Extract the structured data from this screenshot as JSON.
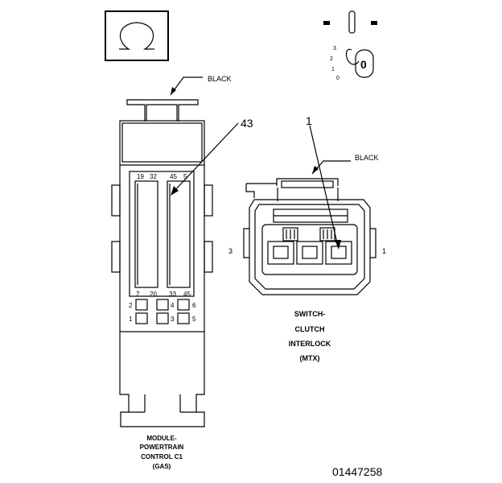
{
  "legend": {
    "ohm_symbol": "ohm-icon",
    "ignition_positions": [
      "3",
      "2",
      "1",
      "0"
    ],
    "ignition_key_label": "0"
  },
  "pcm_connector": {
    "wire_color": "BLACK",
    "callout": "43",
    "top_pins": [
      "19",
      "32",
      "45",
      "5"
    ],
    "bottom_pins": [
      "7",
      "20",
      "33",
      "45"
    ],
    "side_pins_left": [
      "2",
      "1"
    ],
    "side_pins_mid": [
      "4",
      "3"
    ],
    "side_pins_right": [
      "6",
      "5"
    ],
    "title_lines": [
      "MODULE-",
      "POWERTRAIN",
      "CONTROL C1",
      "(GAS)"
    ]
  },
  "clutch_connector": {
    "wire_color": "BLACK",
    "callout": "1",
    "pin_left": "3",
    "pin_right": "1",
    "title_lines": [
      "SWITCH-",
      "CLUTCH",
      "INTERLOCK",
      "(MTX)"
    ]
  },
  "figure_id": "01447258"
}
